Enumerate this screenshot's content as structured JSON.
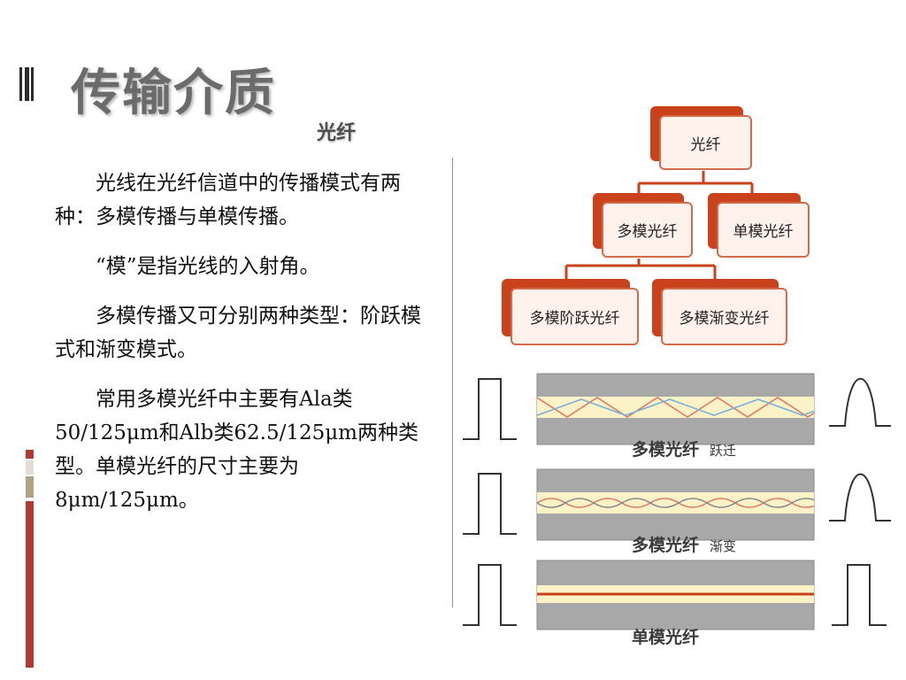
{
  "slide": {
    "title": "传输介质",
    "subtitle": "光纤",
    "paragraphs": [
      "光线在光纤信道中的传播模式有两种：多模传播与单模传播。",
      "“模”是指光线的入射角。",
      "多模传播又可分别两种类型：阶跃模式和渐变模式。",
      "常用多模光纤中主要有Ala类50/125μm和Alb类62.5/125μm两种类型。单模光纤的尺寸主要为8μm/125μm。"
    ]
  },
  "org_chart": {
    "root": "光纤",
    "level2": [
      "多模光纤",
      "单模光纤"
    ],
    "level3": [
      "多模阶跃光纤",
      "多模渐变光纤"
    ]
  },
  "fiber_diagrams": [
    {
      "label": "多模光纤",
      "sublabel": "跃迁"
    },
    {
      "label": "多模光纤",
      "sublabel": "渐变"
    },
    {
      "label": "单模光纤",
      "sublabel": ""
    }
  ],
  "colors": {
    "accent": "#c9421c",
    "ray_red": "#e07a6a",
    "ray_blue": "#7ab0d8",
    "cladding": "#a8a8a8",
    "core": "#fbf2c8"
  }
}
